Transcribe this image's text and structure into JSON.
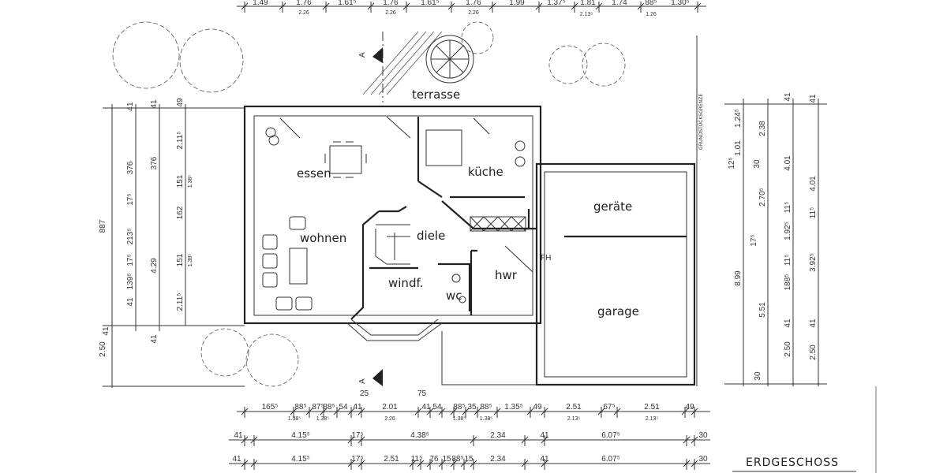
{
  "title": "ERDGESCHOSS",
  "property_line_label": "GRUNDSTÜCKSGRENZE",
  "section_marker": "A",
  "section_offsets": [
    "25",
    "75"
  ],
  "rooms": {
    "terrasse": "terrasse",
    "essen": "essen",
    "kueche": "küche",
    "wohnen": "wohnen",
    "diele": "diele",
    "windfang": "windf.",
    "wc": "wc",
    "hwr": "hwr",
    "geraete": "geräte",
    "garage": "garage",
    "fh": "FH"
  },
  "dims_top": [
    "1.49",
    "1.76",
    "1.61⁵",
    "1.76",
    "1.61⁵",
    "1.76",
    "1.99",
    "1.37⁵",
    "1.81",
    "1.74",
    "88⁵",
    "1.30⁵"
  ],
  "dims_top_sub": [
    "2.26",
    "2.26",
    "2.26",
    "2.13⁵",
    "1.26"
  ],
  "dims_bottom_row1": [
    "165⁵",
    "88⁵",
    "87⁵",
    "88⁵",
    "54",
    "41",
    "2.01",
    "41",
    "54",
    "88⁵",
    "35",
    "88⁵",
    "1.35⁵",
    "49",
    "2.51",
    "67⁵",
    "2.51",
    "49"
  ],
  "dims_bottom_row1_sub": [
    "1.38⁵",
    "1.38⁵",
    "2.26",
    "1.38⁵",
    "1.38⁵",
    "2.13⁵",
    "2.13⁵"
  ],
  "dims_bottom_row2": [
    "41",
    "4.15⁵",
    "17⁵",
    "4.38⁵",
    "2.34",
    "41",
    "6.07⁵",
    "30"
  ],
  "dims_bottom_row3": [
    "41",
    "4.15⁵",
    "17⁵",
    "2.51",
    "11⁵",
    "76",
    "15",
    "88⁵",
    "15",
    "2.34",
    "41",
    "6.07⁵",
    "30"
  ],
  "dims_left": {
    "col1": [
      "887",
      "2.50"
    ],
    "col2": [
      "41",
      "376",
      "17⁵",
      "213⁵",
      "17⁵",
      "139⁵",
      "41",
      "41"
    ],
    "col3": [
      "41",
      "376",
      "4.29",
      "41"
    ],
    "col4": [
      "49",
      "2.11⁵",
      "151",
      "1.38⁵",
      "162",
      "151",
      "1.38⁵",
      "2.11⁵"
    ]
  },
  "dims_right": {
    "col1": [
      "1.24⁵",
      "1.01",
      "12⁵",
      "8.99",
      "30"
    ],
    "col2": [
      "2.38",
      "30",
      "2.70⁵",
      "17⁵",
      "5.51"
    ],
    "col3": [
      "41",
      "4.01",
      "11⁵",
      "1.92⁵",
      "11⁵",
      "188⁵",
      "41",
      "2.50"
    ],
    "col4": [
      "41",
      "4.01",
      "11⁵",
      "3.92⁵",
      "41",
      "2.50"
    ]
  }
}
